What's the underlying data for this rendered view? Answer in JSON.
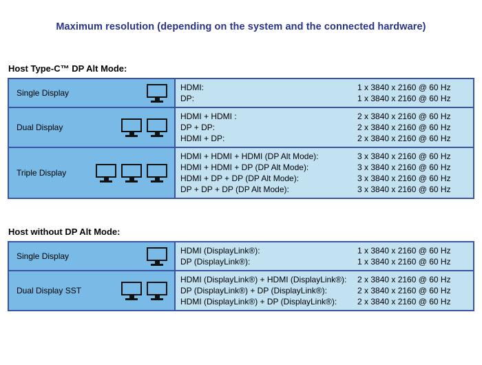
{
  "title": "Maximum resolution (depending on the system and the connected hardware)",
  "colors": {
    "title_color": "#283287",
    "table_border": "#3a54a5",
    "label_cell_bg": "#79bae7",
    "value_cell_bg": "#c2e1f1",
    "monitor_icon_color": "#111111"
  },
  "tables": [
    {
      "heading": "Host Type-C™ DP Alt Mode:",
      "rows": [
        {
          "label": "Single Display",
          "display_count": 1,
          "lines": [
            {
              "connection": "HDMI:",
              "resolution": "1 x 3840 x 2160 @ 60 Hz"
            },
            {
              "connection": "DP:",
              "resolution": "1 x 3840 x 2160 @ 60 Hz"
            }
          ]
        },
        {
          "label": "Dual Display",
          "display_count": 2,
          "lines": [
            {
              "connection": "HDMI + HDMI :",
              "resolution": "2 x 3840 x 2160 @ 60 Hz"
            },
            {
              "connection": "DP + DP:",
              "resolution": "2 x 3840 x 2160 @ 60 Hz"
            },
            {
              "connection": "HDMI + DP:",
              "resolution": "2 x 3840 x 2160 @ 60 Hz"
            }
          ]
        },
        {
          "label": "Triple Display",
          "display_count": 3,
          "lines": [
            {
              "connection": "HDMI + HDMI + HDMI (DP Alt Mode):",
              "resolution": "3 x 3840 x 2160 @ 60 Hz"
            },
            {
              "connection": "HDMI + HDMI + DP (DP Alt Mode):",
              "resolution": "3 x 3840 x 2160 @ 60 Hz"
            },
            {
              "connection": "HDMI + DP + DP (DP Alt Mode):",
              "resolution": "3 x 3840 x 2160 @ 60 Hz"
            },
            {
              "connection": "DP + DP + DP (DP Alt Mode):",
              "resolution": "3 x 3840 x 2160 @ 60 Hz"
            }
          ]
        }
      ]
    },
    {
      "heading": "Host without DP Alt Mode:",
      "rows": [
        {
          "label": "Single Display",
          "display_count": 1,
          "lines": [
            {
              "connection": "HDMI (DisplayLink®):",
              "resolution": "1 x 3840 x 2160 @ 60 Hz"
            },
            {
              "connection": "DP (DisplayLink®):",
              "resolution": "1 x 3840 x 2160 @ 60 Hz"
            }
          ]
        },
        {
          "label": "Dual Display SST",
          "display_count": 2,
          "lines": [
            {
              "connection": "HDMI (DisplayLink®) + HDMI (DisplayLink®):",
              "resolution": "2 x 3840 x 2160 @ 60 Hz"
            },
            {
              "connection": "DP (DisplayLink®) + DP (DisplayLink®):",
              "resolution": "2 x 3840 x 2160 @ 60 Hz"
            },
            {
              "connection": "HDMI (DisplayLink®) + DP (DisplayLink®):",
              "resolution": "2 x 3840 x 2160 @ 60 Hz"
            }
          ]
        }
      ]
    }
  ]
}
